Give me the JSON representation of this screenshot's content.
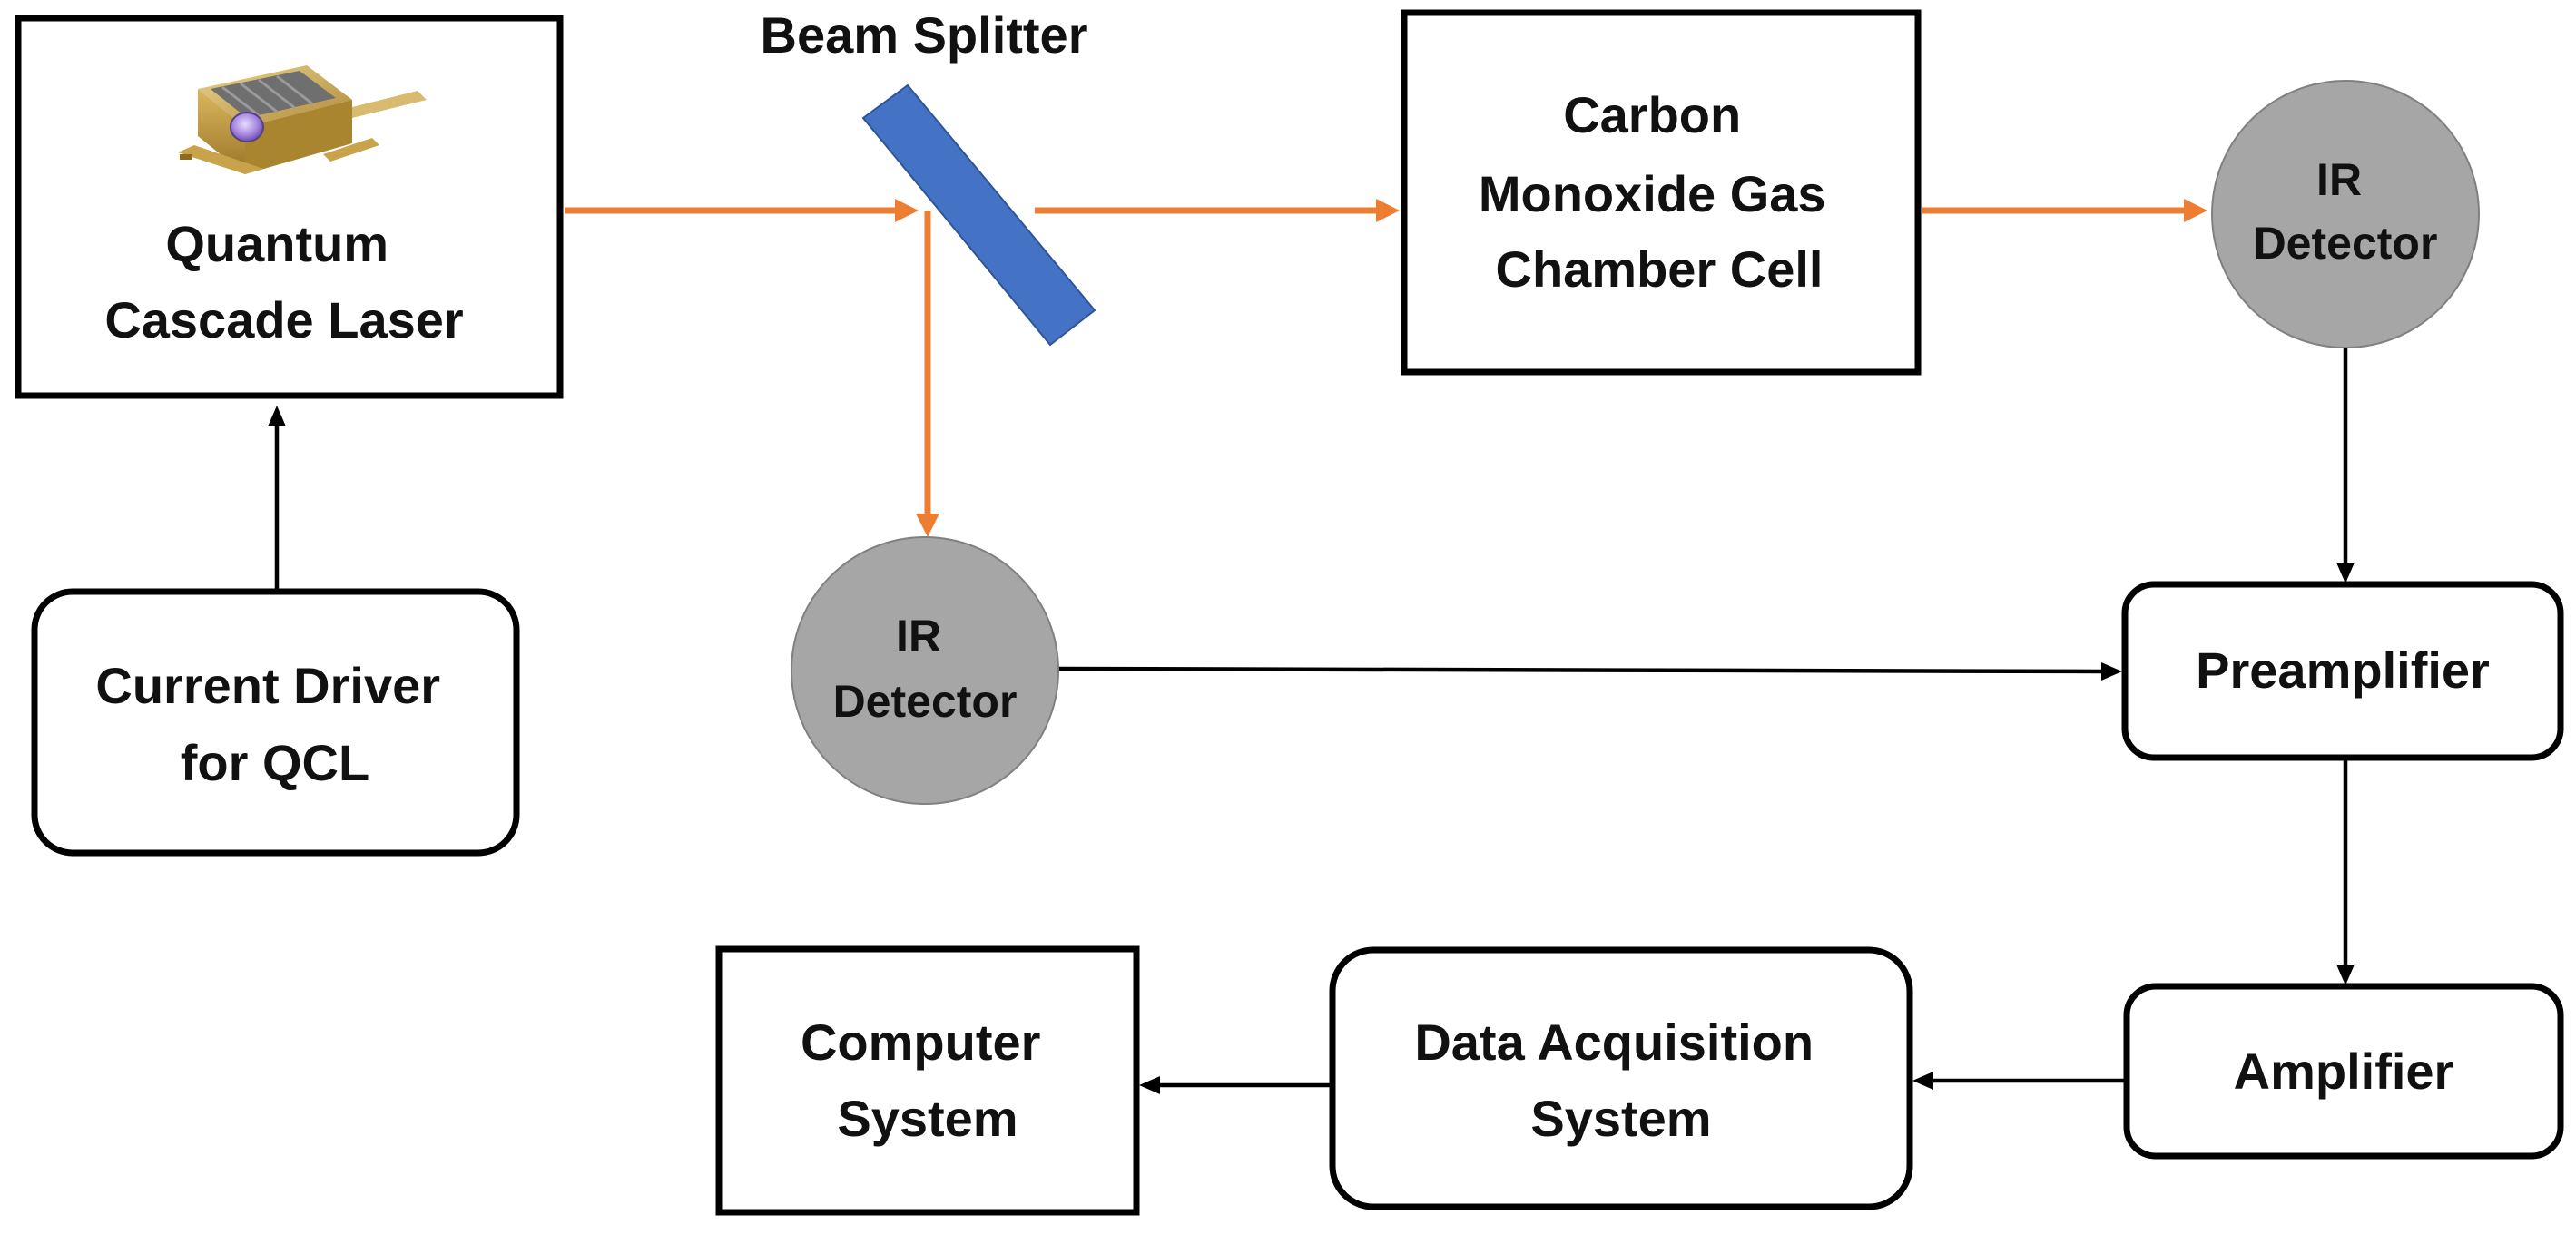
{
  "colors": {
    "laser_beam": "#ed7d31",
    "signal_line": "#000000",
    "beam_splitter": "#4472c4",
    "detector_fill": "#a6a6a6",
    "box_stroke": "#000000"
  },
  "icons": {
    "laser_module": "qcl-module-icon"
  },
  "nodes": {
    "qcl": [
      "Quantum",
      "Cascade Laser"
    ],
    "beam_splitter": "Beam Splitter",
    "gas_cell": [
      "Carbon",
      "Monoxide Gas",
      "Chamber Cell"
    ],
    "ir_detector_top": [
      "IR",
      "Detector"
    ],
    "ir_detector_ref": [
      "IR",
      "Detector"
    ],
    "current_driver": [
      "Current Driver",
      "for QCL"
    ],
    "preamplifier": "Preamplifier",
    "amplifier": "Amplifier",
    "data_acquisition": [
      "Data Acquisition",
      "System"
    ],
    "computer": [
      "Computer",
      "System"
    ]
  }
}
